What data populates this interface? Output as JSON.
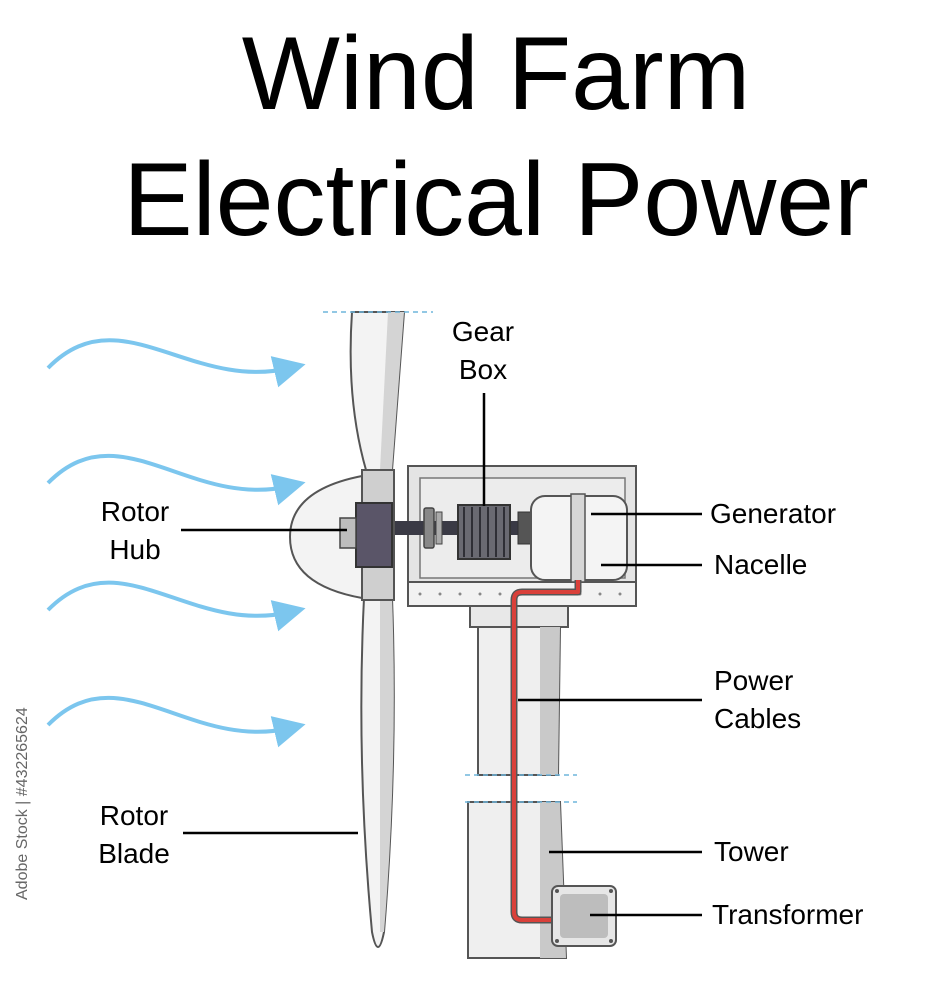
{
  "title": {
    "line1": "Wind Farm",
    "line2": "Electrical Power"
  },
  "labels": {
    "gear_box": [
      "Gear",
      "Box"
    ],
    "rotor_hub": [
      "Rotor",
      "Hub"
    ],
    "generator": "Generator",
    "nacelle": "Nacelle",
    "power_cables": [
      "Power",
      "Cables"
    ],
    "rotor_blade": [
      "Rotor",
      "Blade"
    ],
    "tower": "Tower",
    "transformer": "Transformer"
  },
  "watermark": "Adobe Stock | #432265624",
  "colors": {
    "wind_arrow": "#7cc6ee",
    "power_cable": "#d9403a",
    "outline": "#555555",
    "hub_block": "#5a5568"
  }
}
